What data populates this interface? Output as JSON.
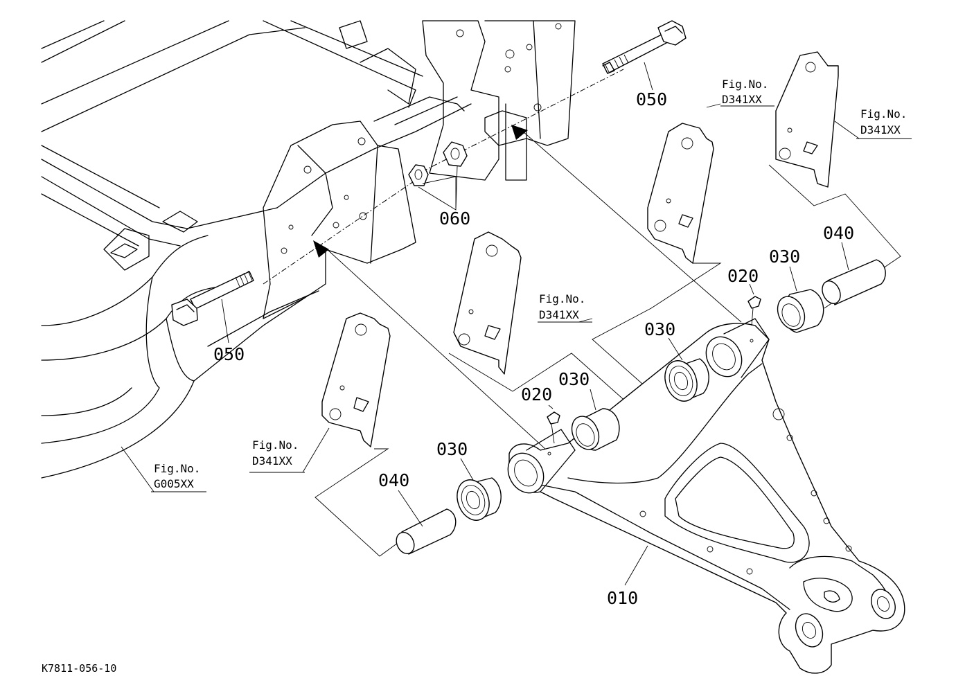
{
  "drawing_code": "K7811-056-10",
  "part_labels": {
    "p010": "010",
    "p020_left": "020",
    "p020_right": "020",
    "p030_left_outer": "030",
    "p030_left_inner": "030",
    "p030_right_inner": "030",
    "p030_right_outer": "030",
    "p040_left": "040",
    "p040_right": "040",
    "p050_left": "050",
    "p050_top": "050",
    "p060": "060"
  },
  "figure_references": [
    {
      "prefix": "Fig.No.",
      "code": "D341XX"
    },
    {
      "prefix": "Fig.No.",
      "code": "D341XX"
    },
    {
      "prefix": "Fig.No.",
      "code": "D341XX"
    },
    {
      "prefix": "Fig.No.",
      "code": "D341XX"
    },
    {
      "prefix": "Fig.No.",
      "code": "G005XX"
    }
  ],
  "colors": {
    "ink": "#000000",
    "paper": "#ffffff"
  }
}
